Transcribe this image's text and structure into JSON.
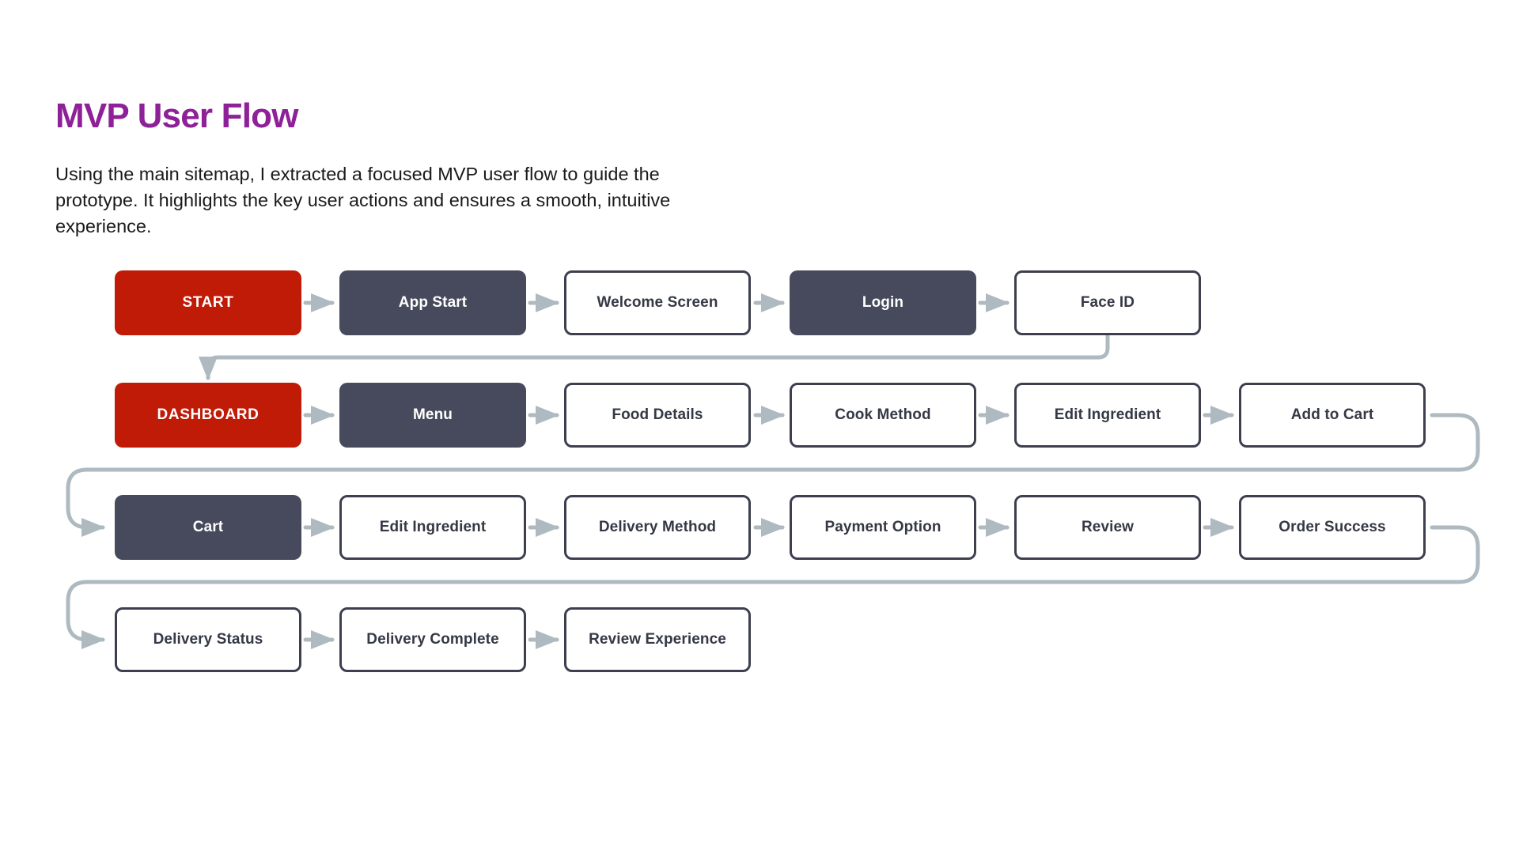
{
  "page": {
    "title": "MVP User Flow",
    "description": "Using the main sitemap, I extracted a focused MVP user flow to guide the prototype. It highlights the key user actions and ensures a smooth, intuitive experience.",
    "title_color": "#8E2198",
    "accent_red": "#BF1B06",
    "accent_slate": "#464A5C",
    "outline_border": "#3D3F4E",
    "connector_color": "#AEBAC0",
    "background": "#FFFFFF"
  },
  "flow": {
    "rows": [
      {
        "name": "row-1-onboarding",
        "nodes": [
          {
            "label": "START",
            "style": "red"
          },
          {
            "label": "App Start",
            "style": "slate"
          },
          {
            "label": "Welcome Screen",
            "style": "outline"
          },
          {
            "label": "Login",
            "style": "slate"
          },
          {
            "label": "Face ID",
            "style": "outline"
          }
        ]
      },
      {
        "name": "row-2-browse",
        "nodes": [
          {
            "label": "DASHBOARD",
            "style": "red"
          },
          {
            "label": "Menu",
            "style": "slate"
          },
          {
            "label": "Food Details",
            "style": "outline"
          },
          {
            "label": "Cook Method",
            "style": "outline"
          },
          {
            "label": "Edit Ingredient",
            "style": "outline"
          },
          {
            "label": "Add to Cart",
            "style": "outline"
          }
        ]
      },
      {
        "name": "row-3-checkout",
        "nodes": [
          {
            "label": "Cart",
            "style": "slate"
          },
          {
            "label": "Edit Ingredient",
            "style": "outline"
          },
          {
            "label": "Delivery Method",
            "style": "outline"
          },
          {
            "label": "Payment Option",
            "style": "outline"
          },
          {
            "label": "Review",
            "style": "outline"
          },
          {
            "label": "Order Success",
            "style": "outline"
          }
        ]
      },
      {
        "name": "row-4-post-order",
        "nodes": [
          {
            "label": "Delivery Status",
            "style": "outline"
          },
          {
            "label": "Delivery Complete",
            "style": "outline"
          },
          {
            "label": "Review Experience",
            "style": "outline"
          }
        ]
      }
    ]
  }
}
